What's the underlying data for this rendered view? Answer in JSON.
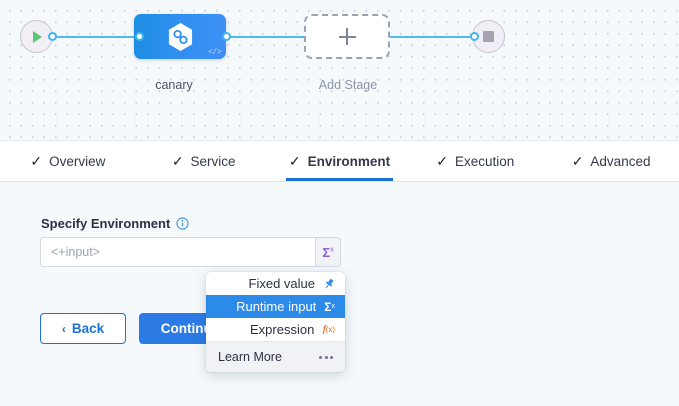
{
  "pipeline": {
    "start_node": {
      "icon": "play-icon"
    },
    "end_node": {
      "icon": "stop-icon"
    },
    "stages": [
      {
        "label": "canary",
        "icon": "harness-hexagon-icon",
        "badge": "</>"
      },
      {
        "label": "Add Stage",
        "icon": "plus-icon"
      }
    ]
  },
  "tabs": [
    {
      "label": "Overview",
      "check": "✓",
      "active": false
    },
    {
      "label": "Service",
      "check": "✓",
      "active": false
    },
    {
      "label": "Environment",
      "check": "✓",
      "active": true
    },
    {
      "label": "Execution",
      "check": "✓",
      "active": false
    },
    {
      "label": "Advanced",
      "check": "✓",
      "active": false
    }
  ],
  "form": {
    "field_label": "Specify Environment",
    "info_icon": "info-icon",
    "input_value": "",
    "input_placeholder": "<+input>",
    "sigma_button": "Σ",
    "sigma_sup": "x"
  },
  "buttons": {
    "back_label": "Back",
    "back_chevron": "‹",
    "continue_label": "Continue"
  },
  "dropdown": {
    "items": [
      {
        "label": "Fixed value",
        "icon": "pin-icon",
        "glyph": "📌",
        "selected": false
      },
      {
        "label": "Runtime input",
        "icon": "sigma-x-icon",
        "glyph": "Σ",
        "sup": "x",
        "selected": true
      },
      {
        "label": "Expression",
        "icon": "f-of-x-icon",
        "glyph": "f",
        "sub": "(x)",
        "selected": false
      }
    ],
    "footer_label": "Learn More",
    "footer_icon": "ellipsis-icon"
  },
  "colors": {
    "accent_blue": "#2c7be5",
    "tab_active_underline": "#1c72d4",
    "wire": "#4fbcf0",
    "stage_gradient_start": "#1b8ee0",
    "stage_gradient_end": "#3f90f5",
    "sigma_purple": "#8b5fd6",
    "expression_orange": "#ea6a1e",
    "play_green": "#5cc472",
    "canvas_bg": "#f5f9fc"
  }
}
